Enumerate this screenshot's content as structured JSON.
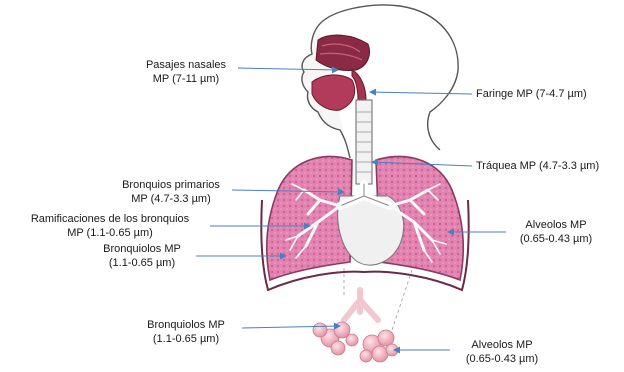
{
  "labels": {
    "nasal": {
      "line1": "Pasajes nasales",
      "line2": "MP (7-11 µm)"
    },
    "pharynx": {
      "line1": "Faringe MP (7-4.7 µm)"
    },
    "trachea": {
      "line1": "Tráquea MP (4.7-3.3 µm)"
    },
    "primary_bronchi": {
      "line1": "Bronquios primarios",
      "line2": "MP (4.7-3.3 µm)"
    },
    "bronchi_branches": {
      "line1": "Ramificaciones de los bronquios",
      "line2": "MP (1.1-0.65 µm)"
    },
    "bronchioles_upper": {
      "line1": "Bronquiolos MP",
      "line2": "(1.1-0.65 µm)"
    },
    "alveoli_right": {
      "line1": "Alveolos MP",
      "line2": "(0.65-0.43 µm)"
    },
    "bronchioles_lower": {
      "line1": "Bronquiolos MP",
      "line2": "(1.1-0.65 µm)"
    },
    "alveoli_lower": {
      "line1": "Alveolos MP",
      "line2": "(0.65-0.43 µm)"
    }
  },
  "colors": {
    "lung_fill": "#e07aa8",
    "lung_dark": "#b44a80",
    "airway": "#f4f4f4",
    "arrow": "#4a7fc1",
    "alveoli": "#f2b8c4",
    "outline": "#444444"
  }
}
